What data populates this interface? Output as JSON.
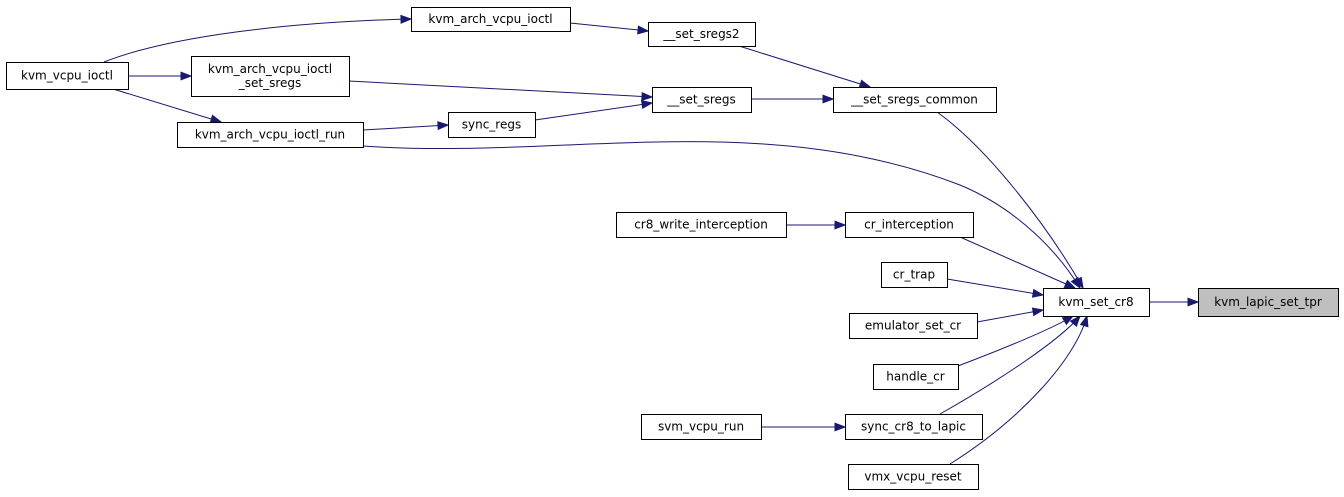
{
  "diagram": {
    "colors": {
      "edge": "#191970",
      "node_border": "#000000",
      "node_fill": "#ffffff",
      "highlight_fill": "#bfbfbf"
    },
    "nodes": {
      "kvm_vcpu_ioctl": [
        "kvm_vcpu_ioctl"
      ],
      "kvm_arch_vcpu_ioctl": [
        "kvm_arch_vcpu_ioctl"
      ],
      "kvm_arch_vcpu_ioctl_set_sregs": [
        "kvm_arch_vcpu_ioctl",
        "_set_sregs"
      ],
      "kvm_arch_vcpu_ioctl_run": [
        "kvm_arch_vcpu_ioctl_run"
      ],
      "set_sregs2": [
        "__set_sregs2"
      ],
      "set_sregs": [
        "__set_sregs"
      ],
      "sync_regs": [
        "sync_regs"
      ],
      "set_sregs_common": [
        "__set_sregs_common"
      ],
      "cr8_write_interception": [
        "cr8_write_interception"
      ],
      "cr_interception": [
        "cr_interception"
      ],
      "cr_trap": [
        "cr_trap"
      ],
      "emulator_set_cr": [
        "emulator_set_cr"
      ],
      "handle_cr": [
        "handle_cr"
      ],
      "svm_vcpu_run": [
        "svm_vcpu_run"
      ],
      "sync_cr8_to_lapic": [
        "sync_cr8_to_lapic"
      ],
      "vmx_vcpu_reset": [
        "vmx_vcpu_reset"
      ],
      "kvm_set_cr8": [
        "kvm_set_cr8"
      ],
      "kvm_lapic_set_tpr": [
        "kvm_lapic_set_tpr"
      ]
    },
    "highlighted": "kvm_lapic_set_tpr",
    "edges": [
      [
        "kvm_vcpu_ioctl",
        "kvm_arch_vcpu_ioctl"
      ],
      [
        "kvm_vcpu_ioctl",
        "kvm_arch_vcpu_ioctl_set_sregs"
      ],
      [
        "kvm_vcpu_ioctl",
        "kvm_arch_vcpu_ioctl_run"
      ],
      [
        "kvm_arch_vcpu_ioctl",
        "set_sregs2"
      ],
      [
        "kvm_arch_vcpu_ioctl_set_sregs",
        "set_sregs"
      ],
      [
        "kvm_arch_vcpu_ioctl_run",
        "sync_regs"
      ],
      [
        "sync_regs",
        "set_sregs"
      ],
      [
        "set_sregs2",
        "set_sregs_common"
      ],
      [
        "set_sregs",
        "set_sregs_common"
      ],
      [
        "set_sregs_common",
        "kvm_set_cr8"
      ],
      [
        "kvm_arch_vcpu_ioctl_run",
        "kvm_set_cr8"
      ],
      [
        "cr8_write_interception",
        "cr_interception"
      ],
      [
        "cr_interception",
        "kvm_set_cr8"
      ],
      [
        "cr_trap",
        "kvm_set_cr8"
      ],
      [
        "emulator_set_cr",
        "kvm_set_cr8"
      ],
      [
        "handle_cr",
        "kvm_set_cr8"
      ],
      [
        "svm_vcpu_run",
        "sync_cr8_to_lapic"
      ],
      [
        "sync_cr8_to_lapic",
        "kvm_set_cr8"
      ],
      [
        "vmx_vcpu_reset",
        "kvm_set_cr8"
      ],
      [
        "kvm_set_cr8",
        "kvm_lapic_set_tpr"
      ]
    ]
  }
}
